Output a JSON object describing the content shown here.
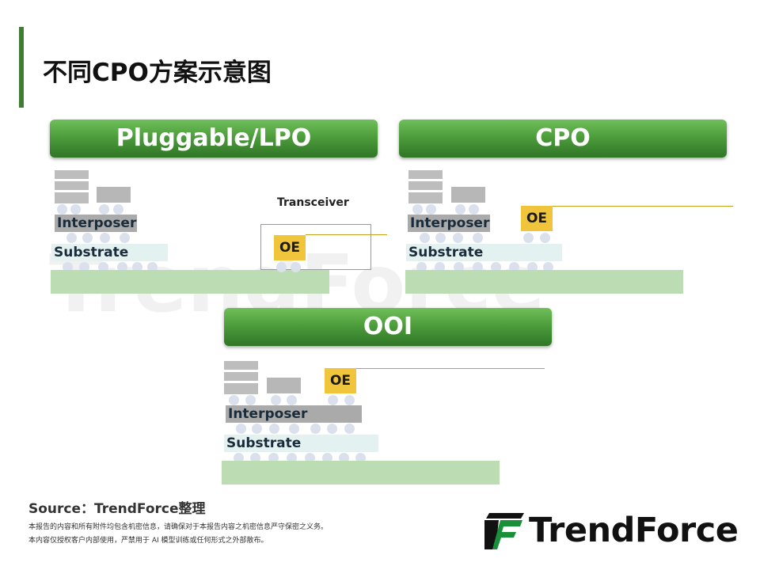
{
  "title": "不同CPO方案示意图",
  "panels": {
    "pluggable": {
      "title": "Pluggable/LPO",
      "interposer": "Interposer",
      "substrate": "Substrate",
      "transceiver_label": "Transceiver",
      "oe": "OE"
    },
    "cpo": {
      "title": "CPO",
      "interposer": "Interposer",
      "substrate": "Substrate",
      "oe": "OE"
    },
    "ooi": {
      "title": "OOI",
      "interposer": "Interposer",
      "substrate": "Substrate",
      "oe": "OE"
    }
  },
  "watermark": "TrendForce",
  "footer": {
    "source": "Source：TrendForce整理",
    "disclaimer_line1": "本报告的内容和所有附件均包含机密信息，请确保对于本报告内容之机密信息严守保密之义务。",
    "disclaimer_line2": "本内容仅授权客户内部使用，严禁用于 AI 模型训练或任何形式之外部散布。",
    "logo": "TrendForce"
  },
  "colors": {
    "accent": "#3f7d33",
    "banner_green": "#4a9a3a",
    "oe_yellow": "#f0c53c",
    "pcb_green": "#bcdcb4",
    "substrate": "#e3f1f0",
    "chip_gray": "#bdbdbd"
  }
}
